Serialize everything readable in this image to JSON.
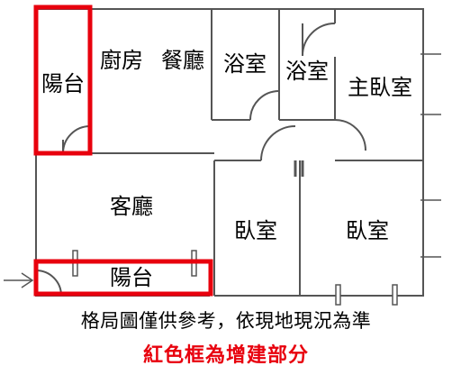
{
  "rooms": {
    "balcony_top": "陽台",
    "kitchen": "廚房",
    "dining": "餐廳",
    "bath_1": "浴室",
    "bath_2": "浴室",
    "master_bedroom": "主臥室",
    "living_room": "客廳",
    "bedroom_1": "臥室",
    "bedroom_2": "臥室",
    "balcony_bottom": "陽台"
  },
  "note": "格局圖僅供參考，依現地現況為準",
  "highlight_note": "紅色框為增建部分",
  "colors": {
    "wall": "#555555",
    "highlight": "#e8000d",
    "note_red": "#e8000d"
  }
}
